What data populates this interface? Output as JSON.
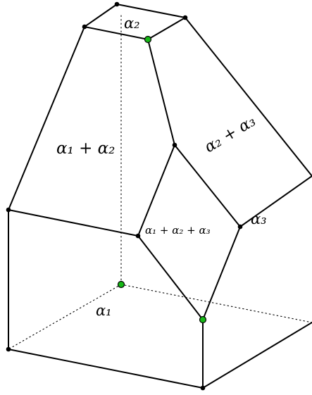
{
  "labels": {
    "top": "α₂",
    "left_face": "α₁ + α₂",
    "right_face": "α₂ + α₃",
    "center_face": "α₁ + α₂ + α₃",
    "bottom_left": "α₁",
    "bottom_right": "α₃"
  },
  "colors": {
    "edge": "#000000",
    "vertex": "#000000",
    "highlight_vertex": "#16b816"
  }
}
